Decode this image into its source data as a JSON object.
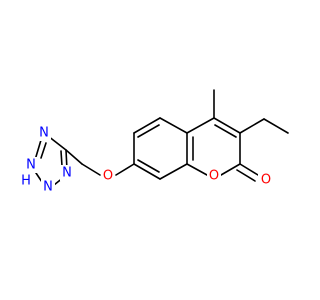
{
  "colors": {
    "carbon": "#000000",
    "oxygen": "#ff0000",
    "nitrogen": "#0000ff"
  },
  "molecule": {
    "atoms": [
      {
        "id": "C4me",
        "el": "C",
        "label": ""
      },
      {
        "id": "C4",
        "el": "C",
        "label": ""
      },
      {
        "id": "C3",
        "el": "C",
        "label": ""
      },
      {
        "id": "Cet1",
        "el": "C",
        "label": ""
      },
      {
        "id": "Cet2",
        "el": "C",
        "label": ""
      },
      {
        "id": "C2",
        "el": "C",
        "label": ""
      },
      {
        "id": "O2",
        "el": "O",
        "label": "O"
      },
      {
        "id": "O1",
        "el": "O",
        "label": "O"
      },
      {
        "id": "C8a",
        "el": "C",
        "label": ""
      },
      {
        "id": "C4a",
        "el": "C",
        "label": ""
      },
      {
        "id": "C5",
        "el": "C",
        "label": ""
      },
      {
        "id": "C6",
        "el": "C",
        "label": ""
      },
      {
        "id": "C7",
        "el": "C",
        "label": ""
      },
      {
        "id": "C8",
        "el": "C",
        "label": ""
      },
      {
        "id": "O7",
        "el": "O",
        "label": "O"
      },
      {
        "id": "CH2",
        "el": "C",
        "label": ""
      },
      {
        "id": "Ct5",
        "el": "C",
        "label": ""
      },
      {
        "id": "N4",
        "el": "N",
        "label": "N"
      },
      {
        "id": "N3",
        "el": "N",
        "label": "N"
      },
      {
        "id": "N2",
        "el": "N",
        "label": "N"
      },
      {
        "id": "N1",
        "el": "N",
        "label": "N"
      },
      {
        "id": "NH",
        "el": "N",
        "label": "H"
      }
    ]
  }
}
